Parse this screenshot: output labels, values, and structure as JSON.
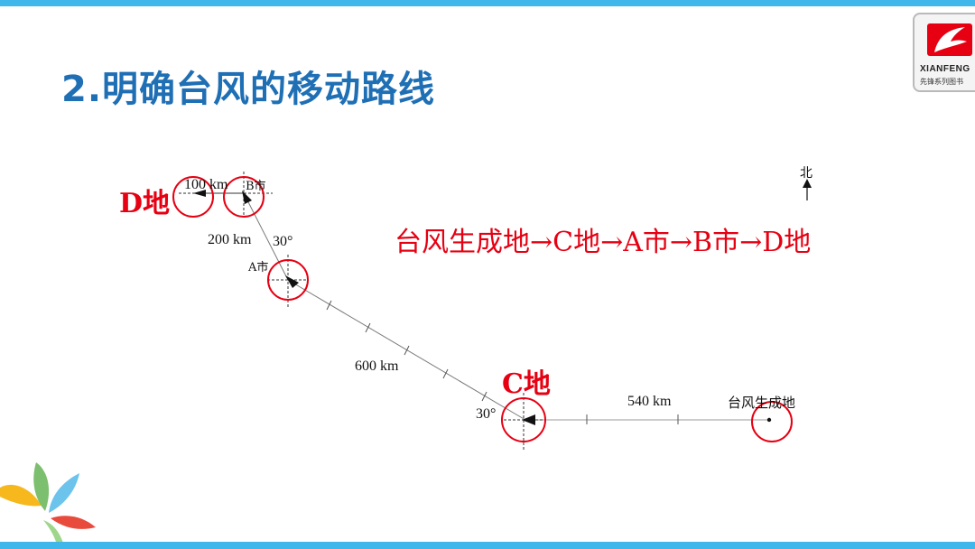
{
  "slide": {
    "title": "2.明确台风的移动路线"
  },
  "logo": {
    "brand_en": "XIANFENG",
    "brand_cn": "先锋系列图书",
    "icon": "red-flag-logo-icon",
    "color": "#e60012"
  },
  "route": {
    "text": "台风生成地→C地→A市→B市→D地",
    "color": "#e60012"
  },
  "diagram": {
    "places": {
      "d": "D地",
      "b": "B市",
      "a": "A市",
      "c": "C地",
      "origin": "台风生成地"
    },
    "distances": {
      "d_b": "100 km",
      "a_b": "200 km",
      "c_a": "600 km",
      "origin_c": "540 km"
    },
    "angles": {
      "at_a": "30°",
      "at_c": "30°"
    },
    "north": "北",
    "circle_color": "#e60012"
  }
}
